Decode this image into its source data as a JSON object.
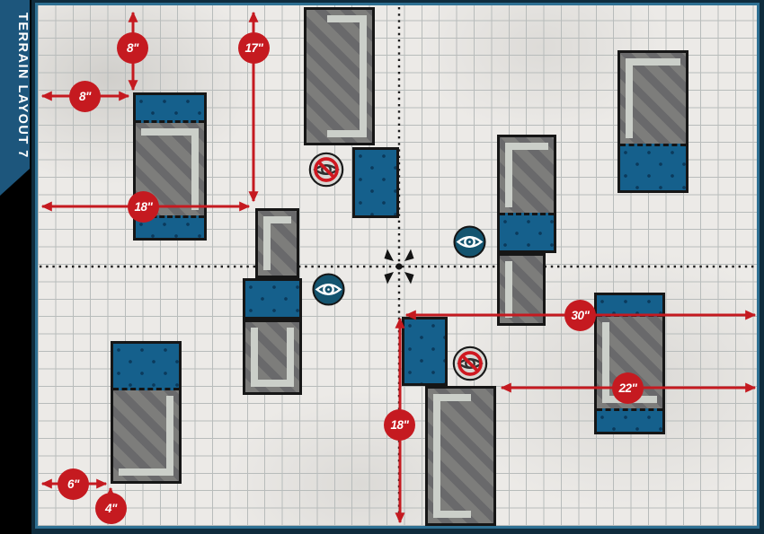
{
  "banner": {
    "title": "TERRAIN LAYOUT 7"
  },
  "measurements": [
    {
      "name": "left-piece-top-offset",
      "label": "8\""
    },
    {
      "name": "left-piece-side-offset",
      "label": "8\""
    },
    {
      "name": "center-piece-top-offset",
      "label": "17\""
    },
    {
      "name": "center-piece-side-offset",
      "label": "18\""
    },
    {
      "name": "right-span-width",
      "label": "30\""
    },
    {
      "name": "right-inner-span-width",
      "label": "22\""
    },
    {
      "name": "bottom-center-height",
      "label": "18\""
    },
    {
      "name": "bottom-left-side-offset",
      "label": "6\""
    },
    {
      "name": "bottom-left-bottom-offset",
      "label": "4\""
    }
  ],
  "markers": {
    "visibility_icons": [
      "eye-visible-marker",
      "eye-visible-marker"
    ],
    "blocked_visibility_icons": [
      "eye-blocked-marker",
      "eye-blocked-marker"
    ],
    "center_marker": "battlefield-center-marker"
  },
  "colors": {
    "accent_red": "#c51a20",
    "terrain_blue": "#15608c",
    "terrain_gray": "#7d7d7b",
    "wall_light_gray": "#cbcfc9",
    "banner_blue": "#1d567c",
    "border_teal": "#2e7093",
    "border_navy": "#0f2c3d",
    "field_bg": "#eceae7",
    "grid_line": "#b8bcbb"
  }
}
